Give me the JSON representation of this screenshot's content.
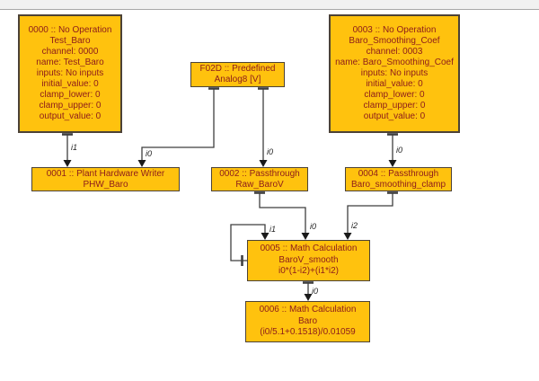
{
  "colors": {
    "node_fill": "#ffc20e",
    "node_border": "#4c4236",
    "node_text": "#8c1b1b",
    "edge_line": "#3f3f3f",
    "topbar_bg": "#f1f1f1",
    "topbar_border": "#a8a8a8"
  },
  "nodes": [
    {
      "id": "0000",
      "lines": [
        "0000 :: No Operation",
        "Test_Baro",
        "channel: 0000",
        "name: Test_Baro",
        "inputs: No inputs",
        "initial_value: 0",
        "clamp_lower: 0",
        "clamp_upper: 0",
        "output_value: 0"
      ]
    },
    {
      "id": "F02D",
      "lines": [
        "F02D :: Predefined",
        "Analog8 [V]"
      ]
    },
    {
      "id": "0003",
      "lines": [
        "0003 :: No Operation",
        "Baro_Smoothing_Coef",
        "channel: 0003",
        "name: Baro_Smoothing_Coef",
        "inputs: No inputs",
        "initial_value: 0",
        "clamp_lower: 0",
        "clamp_upper: 0",
        "output_value: 0"
      ]
    },
    {
      "id": "0001",
      "lines": [
        "0001 :: Plant Hardware Writer",
        "PHW_Baro"
      ]
    },
    {
      "id": "0002",
      "lines": [
        "0002 :: Passthrough",
        "Raw_BaroV"
      ]
    },
    {
      "id": "0004",
      "lines": [
        "0004 :: Passthrough",
        "Baro_smoothing_clamp"
      ]
    },
    {
      "id": "0005",
      "lines": [
        "0005 :: Math Calculation",
        "BaroV_smooth",
        "i0*(1-i2)+(i1*i2)"
      ]
    },
    {
      "id": "0006",
      "lines": [
        "0006 :: Math Calculation",
        "Baro",
        "(i0/5.1+0.1518)/0.01059"
      ]
    }
  ],
  "edges": [
    {
      "from": "0000",
      "to": "0001",
      "label": "i1"
    },
    {
      "from": "F02D",
      "to": "0001",
      "label": "i0"
    },
    {
      "from": "F02D",
      "to": "0002",
      "label": "i0"
    },
    {
      "from": "0003",
      "to": "0004",
      "label": "i0"
    },
    {
      "from": "0002",
      "to": "0005",
      "label": "i0"
    },
    {
      "from": "0004",
      "to": "0005",
      "label": "i2"
    },
    {
      "from": "0005",
      "to": "0005",
      "label": "i1"
    },
    {
      "from": "0005",
      "to": "0006",
      "label": "i0"
    }
  ]
}
